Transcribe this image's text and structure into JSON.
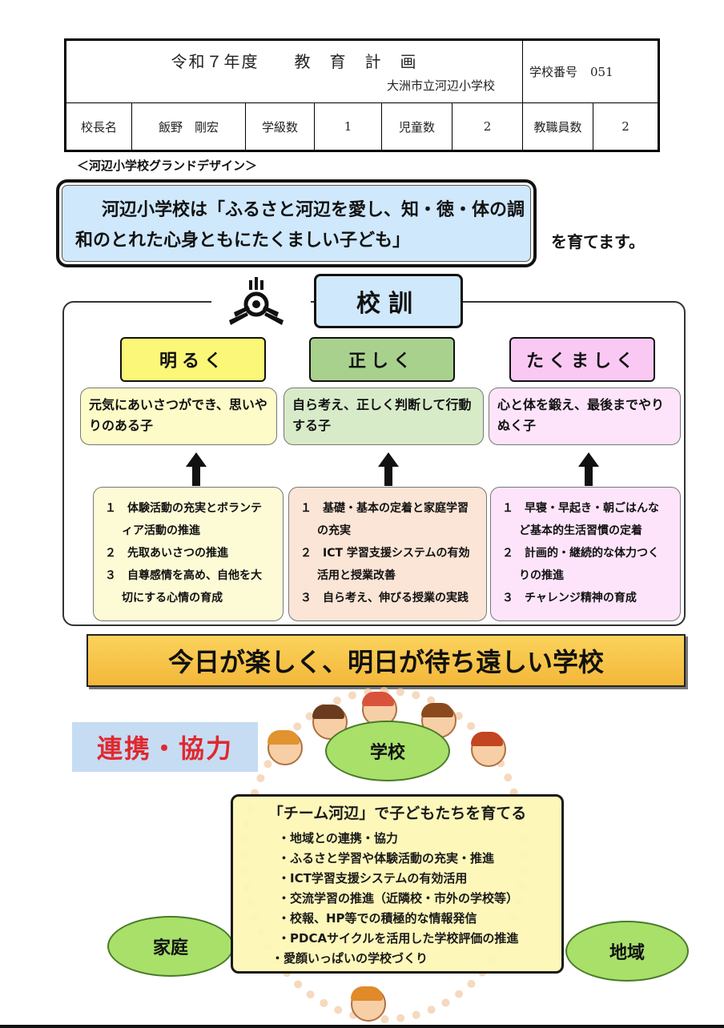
{
  "header": {
    "title": "令和７年度　　教　育　計　画",
    "school": "大洲市立河辺小学校",
    "school_number_label": "学校番号",
    "school_number": "051",
    "principal_label": "校長名",
    "principal": "飯野　剛宏",
    "classes_label": "学級数",
    "classes": "1",
    "students_label": "児童数",
    "students": "2",
    "staff_label": "教職員数",
    "staff": "2"
  },
  "grand_design": {
    "caption": "＜河辺小学校グランドデザイン＞",
    "vision": "河辺小学校は「ふるさと河辺を愛し、知・徳・体の調和のとれた心身ともにたくましい子ども」",
    "vision_suffix": "を育てます。"
  },
  "motto": {
    "title": "校訓",
    "columns": [
      {
        "virtue": "明るく",
        "color": "#fbf779",
        "desc_color": "#fdfbc8",
        "plan_color": "#fdfbd6",
        "description": "元気にあいさつができ、思いやりのある子",
        "plans": [
          "１　体験活動の充実とボランティア活動の推進",
          "２　先取あいさつの推進",
          "３　自尊感情を高め、自他を大切にする心情の育成"
        ]
      },
      {
        "virtue": "正しく",
        "color": "#a9d18e",
        "desc_color": "#d8ebc9",
        "plan_color": "#fbe5d6",
        "description": "自ら考え、正しく判断して行動する子",
        "plans": [
          "１　基礎・基本の定着と家庭学習の充実",
          "２　ICT 学習支援システムの有効活用と授業改善",
          "３　自ら考え、伸びる授業の実践"
        ]
      },
      {
        "virtue": "たくましく",
        "color": "#f9c9f4",
        "desc_color": "#fde4fa",
        "plan_color": "#fde4fa",
        "description": "心と体を鍛え、最後までやりぬく子",
        "plans": [
          "１　早寝・早起き・朝ごはんなど基本的生活習慣の定着",
          "２　計画的・継続的な体力つくりの推進",
          "３　チャレンジ精神の育成"
        ]
      }
    ]
  },
  "slogan": "今日が楽しく、明日が待ち遠しい学校",
  "cooperation": {
    "title": "連携・協力",
    "school": "学校",
    "home": "家庭",
    "community": "地域",
    "team_heading": "「チーム河辺」で子どもたちを育てる",
    "items": [
      "・地域との連携・協力",
      "・ふるさと学習や体験活動の充実・推進",
      "・ICT学習支援システムの有効活用",
      "・交流学習の推進（近隣校・市外の学校等）",
      "・校報、HP等での積極的な情報発信",
      "・PDCAサイクルを活用した学校評価の推進",
      "・愛顔いっぱいの学校づくり"
    ]
  }
}
